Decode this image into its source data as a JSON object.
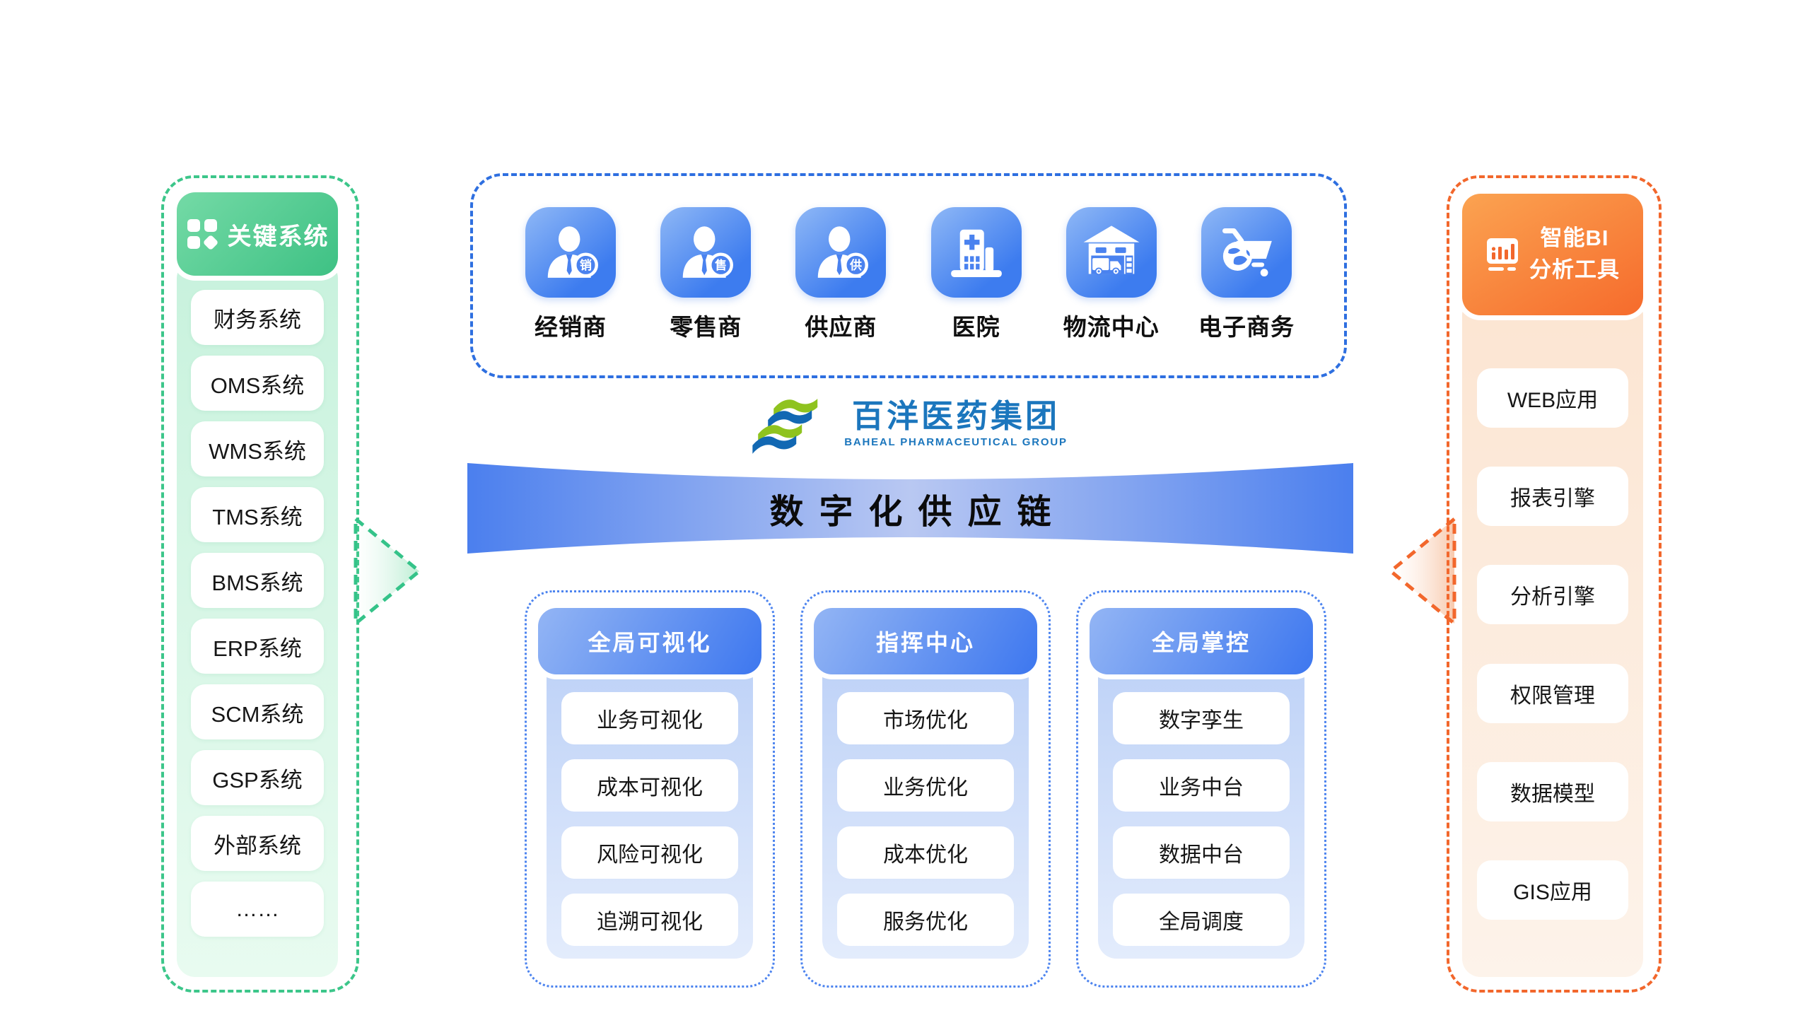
{
  "key_systems": {
    "title": "关键系统",
    "items": [
      "财务系统",
      "OMS系统",
      "WMS系统",
      "TMS系统",
      "BMS系统",
      "ERP系统",
      "SCM系统",
      "GSP系统",
      "外部系统",
      "……"
    ]
  },
  "participants": {
    "items": [
      {
        "label": "经销商",
        "badge": "销"
      },
      {
        "label": "零售商",
        "badge": "售"
      },
      {
        "label": "供应商",
        "badge": "供"
      },
      {
        "label": "医院"
      },
      {
        "label": "物流中心"
      },
      {
        "label": "电子商务"
      }
    ]
  },
  "logo": {
    "name": "百洋医药集团",
    "subtitle": "BAHEAL PHARMACEUTICAL GROUP"
  },
  "banner": {
    "title": "数字化供应链"
  },
  "pillars": [
    {
      "title": "全局可视化",
      "items": [
        "业务可视化",
        "成本可视化",
        "风险可视化",
        "追溯可视化"
      ]
    },
    {
      "title": "指挥中心",
      "items": [
        "市场优化",
        "业务优化",
        "成本优化",
        "服务优化"
      ]
    },
    {
      "title": "全局掌控",
      "items": [
        "数字孪生",
        "业务中台",
        "数据中台",
        "全局调度"
      ]
    }
  ],
  "bi_tools": {
    "title_line1": "智能BI",
    "title_line2": "分析工具",
    "items": [
      "WEB应用",
      "报表引擎",
      "分析引擎",
      "权限管理",
      "数据模型",
      "GIS应用"
    ]
  },
  "colors": {
    "green_accent": "#3cc68a",
    "blue_accent": "#2e6fe0",
    "orange_accent": "#f2672c",
    "logo_blue": "#1b76bd",
    "logo_green": "#8fc31f",
    "banner_edge": "#4b7fee",
    "banner_center": "#b9c8f2"
  }
}
